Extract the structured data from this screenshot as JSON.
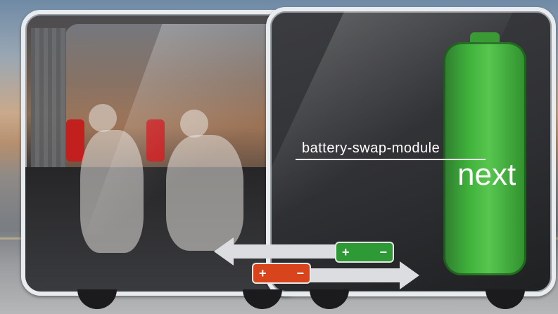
{
  "image": {
    "description_labels": {
      "module_label": "battery-swap-module",
      "brand": "next"
    },
    "cells": [
      {
        "name": "new-cell",
        "plus": "+",
        "minus": "−",
        "color": "#2e9a35"
      },
      {
        "name": "old-cell",
        "plus": "+",
        "minus": "−",
        "color": "#d8451c"
      }
    ],
    "colors": {
      "battery": "#3fb13b",
      "pod_frame": "#e9ecef",
      "seat": "#c21f1f"
    }
  }
}
